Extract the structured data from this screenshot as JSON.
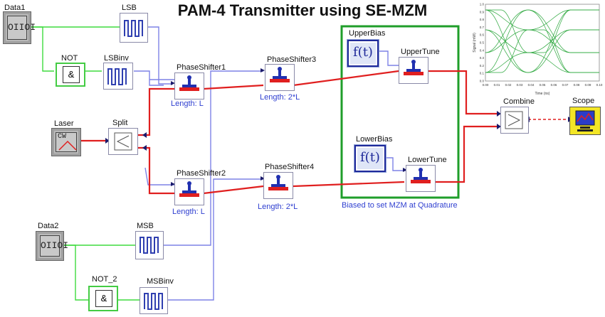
{
  "title": "PAM-4 Transmitter using SE-MZM",
  "blocks": {
    "data1": "Data1",
    "lsb": "LSB",
    "not1": "NOT",
    "lsbinv": "LSBinv",
    "laser": "Laser",
    "split": "Split",
    "phase1": "PhaseShifter1",
    "phase2": "PhaseShifter2",
    "phase3": "PhaseShifter3",
    "phase4": "PhaseShifter4",
    "upperbias": "UpperBias",
    "uppertune": "UpperTune",
    "lowerbias": "LowerBias",
    "lowertune": "LowerTune",
    "combine": "Combine",
    "scope": "Scope",
    "data2": "Data2",
    "msb": "MSB",
    "not2": "NOT_2",
    "msbinv": "MSBinv"
  },
  "source_glyph": "OIIOI",
  "bias_glyph": "f(t)",
  "not_glyph": "&",
  "laser_glyph": "CW",
  "length_labels": {
    "phase1": "Length: L",
    "phase2": "Length: L",
    "phase3": "Length: 2*L",
    "phase4": "Length: 2*L"
  },
  "quadrature_note": "Biased to set MZM at Quadrature",
  "eye_plot": {
    "x_ticks": [
      "0.00",
      "0.01",
      "0.02",
      "0.03",
      "0.04",
      "0.05",
      "0.06",
      "0.07",
      "0.08",
      "0.09",
      "0.10"
    ],
    "y_ticks": [
      "1.0",
      "0.9",
      "0.8",
      "0.7",
      "0.6",
      "0.5",
      "0.4",
      "0.3",
      "0.2",
      "0.1",
      "0.0"
    ],
    "xlabel": "Time (ns)",
    "ylabel": "Signal (mW)"
  },
  "colors": {
    "electrical": "#7d82e6",
    "digital": "#3fdc3f",
    "optical": "#e01f1f",
    "frame": "#1f9e2a",
    "label_blue": "#2f3fd0"
  }
}
